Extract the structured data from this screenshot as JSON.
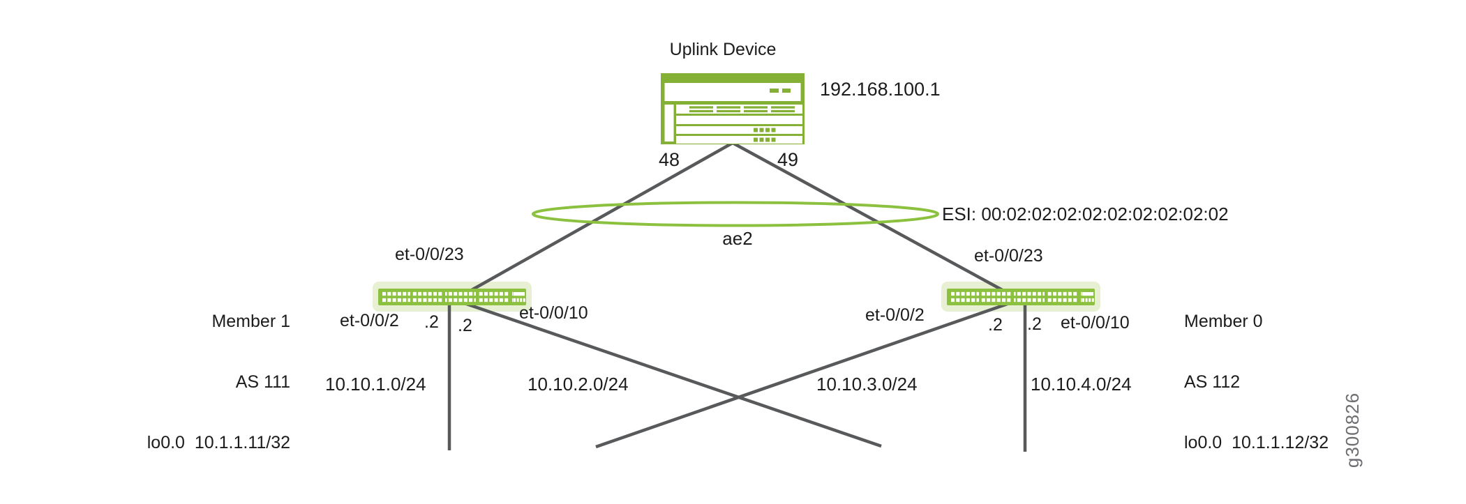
{
  "uplink": {
    "title": "Uplink Device",
    "ip": "192.168.100.1",
    "port_left": "48",
    "port_right": "49"
  },
  "lag": {
    "label": "ae2",
    "esi": "ESI: 00:02:02:02:02:02:02:02:02:02"
  },
  "member1": {
    "name": "Member 1",
    "asn": "AS 111",
    "loopback": "lo0.0  10.1.1.11/32",
    "uplink_port": "et-0/0/23",
    "access_port_left": "et-0/0/2",
    "access_port_left_addr": ".2",
    "access_port_right_addr": ".2",
    "access_port_right": "et-0/0/10"
  },
  "member0": {
    "name": "Member 0",
    "asn": "AS 112",
    "loopback": "lo0.0  10.1.1.12/32",
    "uplink_port": "et-0/0/23",
    "access_port_left": "et-0/0/2",
    "access_port_left_addr": ".2",
    "access_port_right_addr": ".2",
    "access_port_right": "et-0/0/10"
  },
  "subnets": [
    "10.10.1.0/24",
    "10.10.2.0/24",
    "10.10.3.0/24",
    "10.10.4.0/24"
  ],
  "watermark": "g300826",
  "colors": {
    "device_green": "#84b135",
    "switch_green": "#8cc13f",
    "switch_halo": "#e7f0d2",
    "link_gray": "#58595b",
    "text": "#1c1c1c",
    "watermark_gray": "#6d6e71"
  }
}
